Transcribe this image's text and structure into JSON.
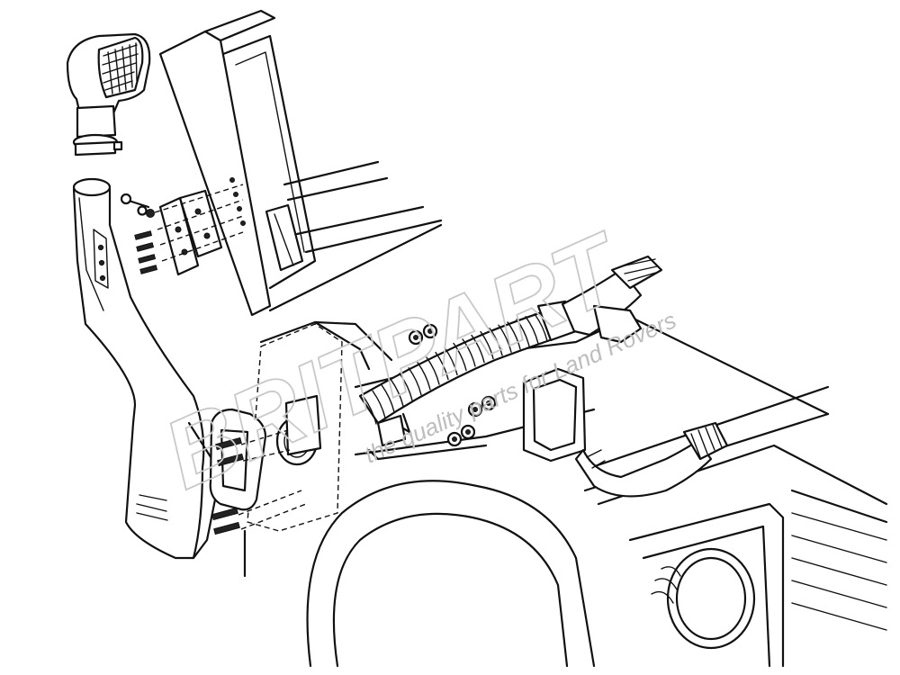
{
  "watermark": {
    "brand": "BRITPART",
    "tagline": "the quality parts for Land Rovers"
  },
  "components": {
    "snorkel_head": "air-ram-head",
    "snorkel_body": "snorkel-body",
    "wing_mount_bracket": "mounting-bracket",
    "intake_hose": "corrugated-intake-hose",
    "airbox_pipe": "air-intake-pipe",
    "inner_wing_plate": "inner-wing-adapter"
  }
}
